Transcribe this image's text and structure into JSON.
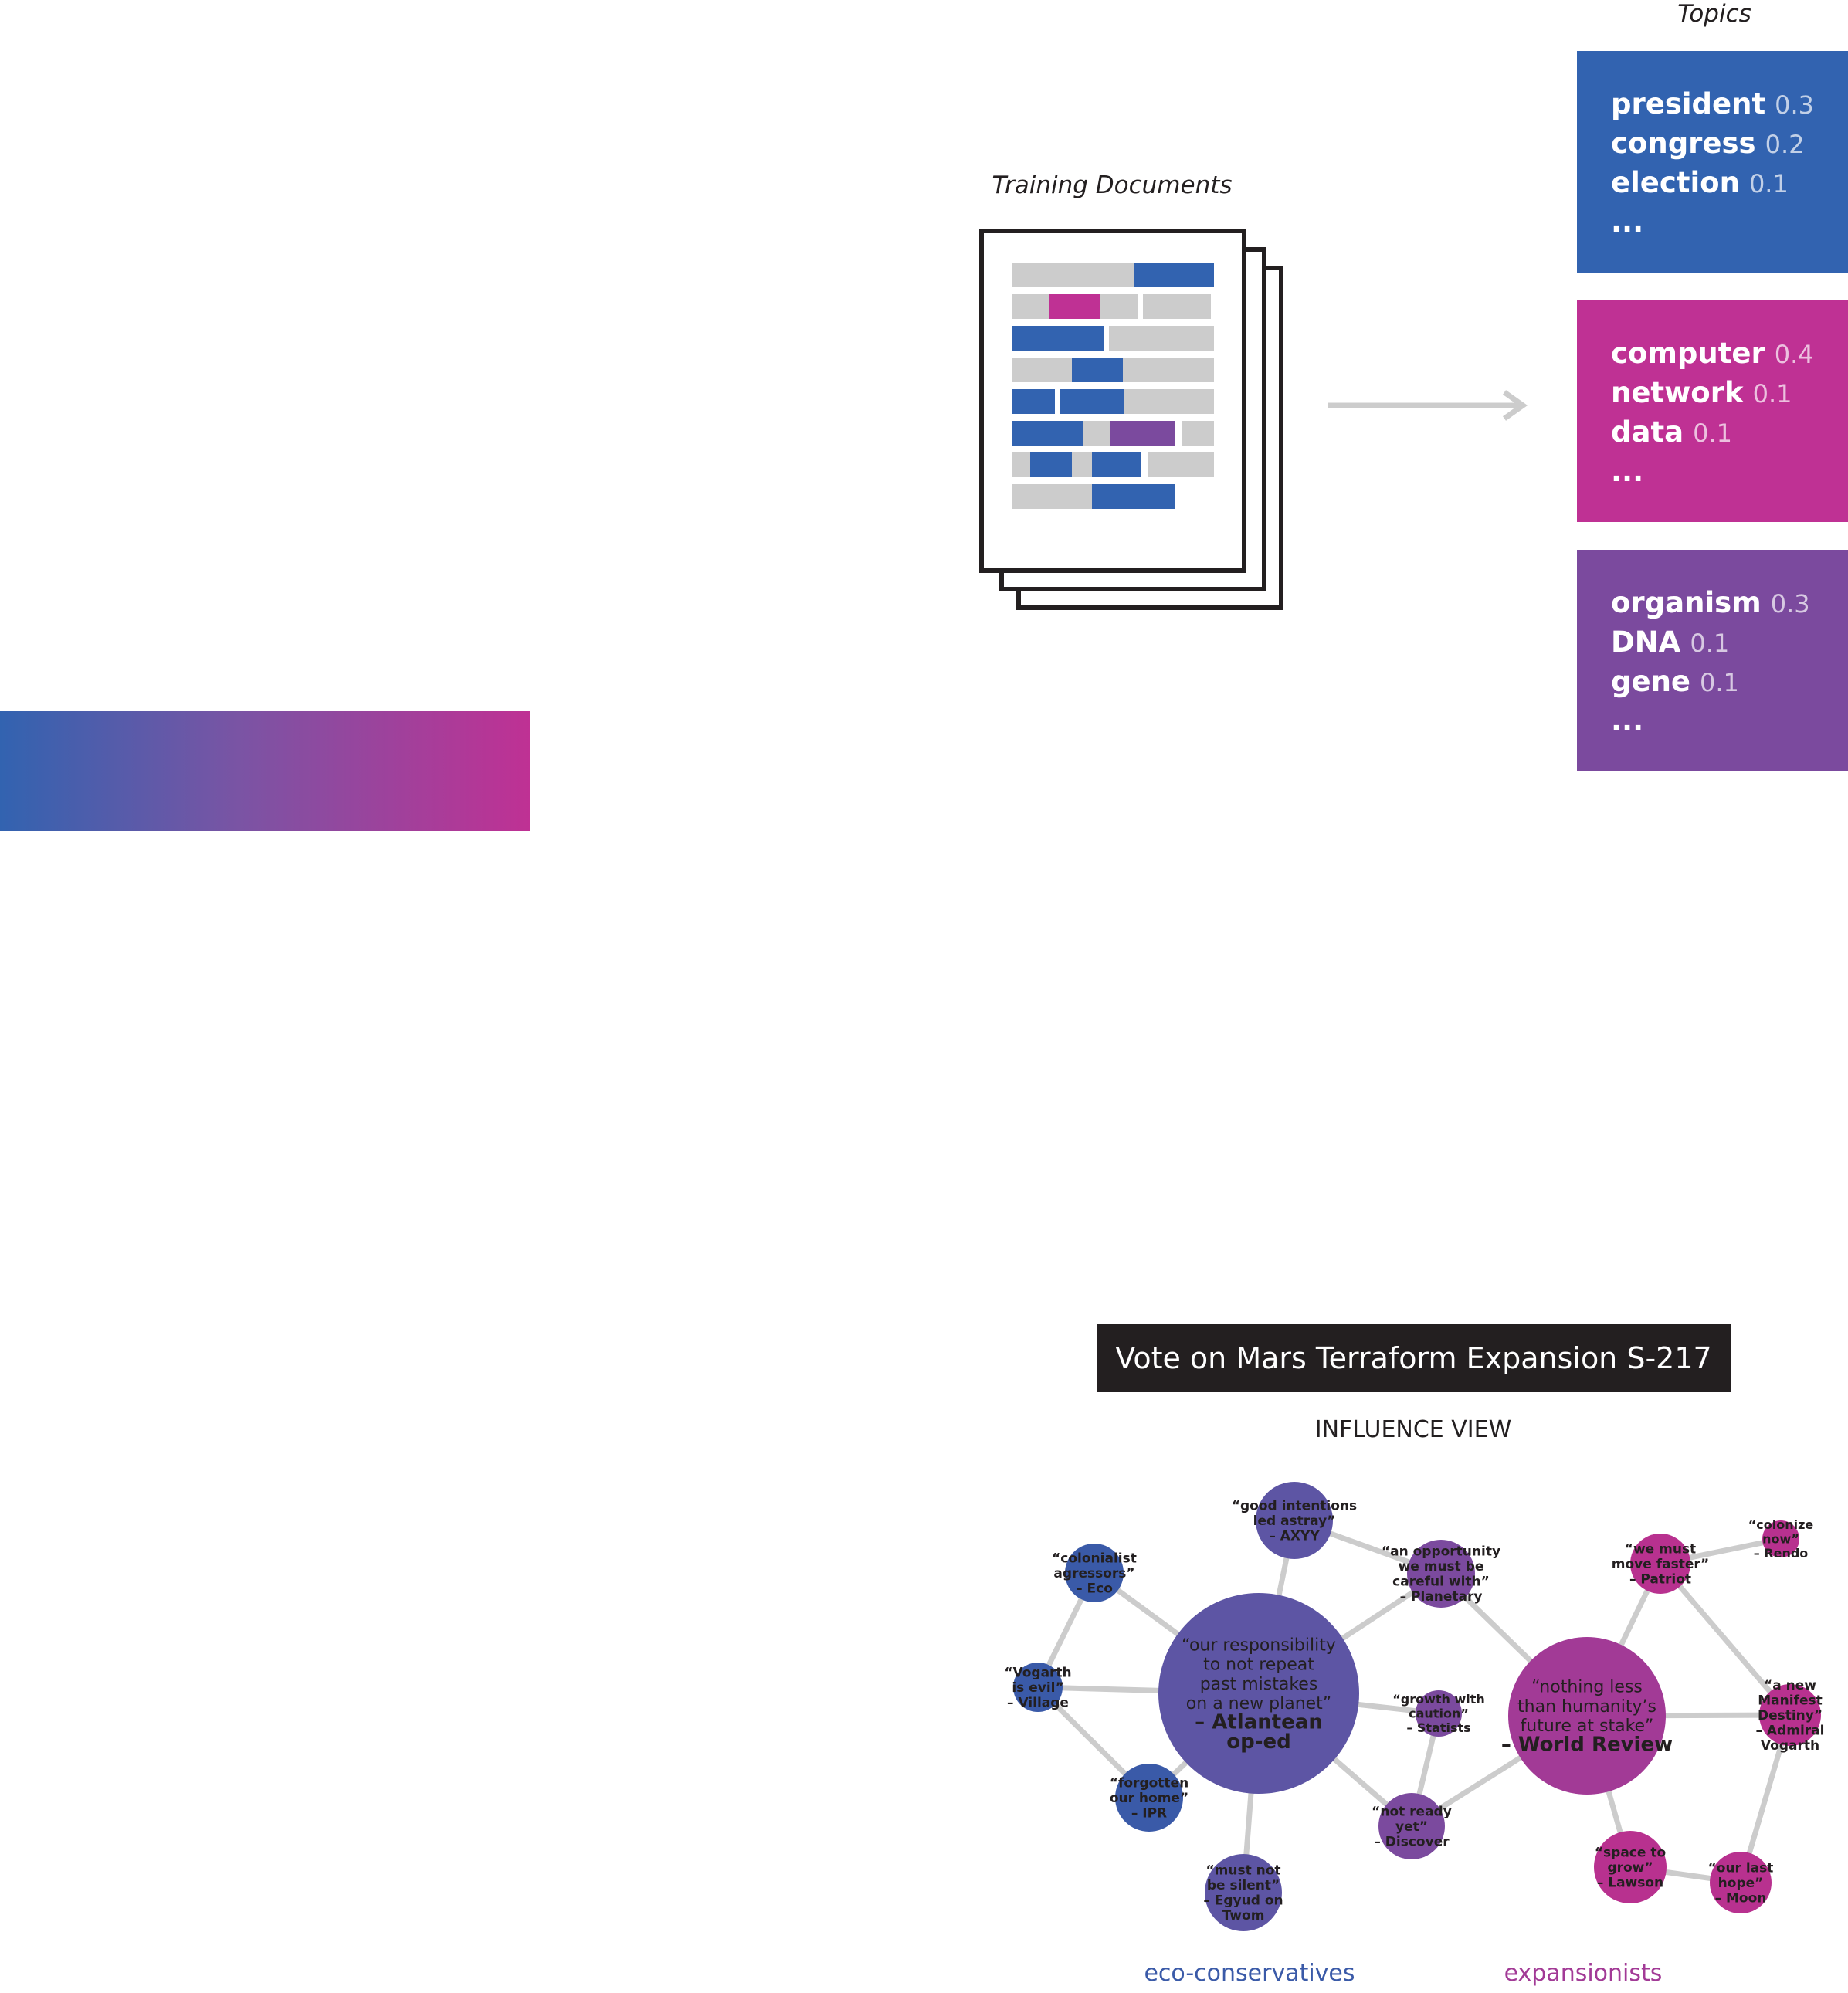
{
  "training_documents": {
    "title": "Training Documents",
    "colors": {
      "gray": "#cccccc",
      "blue": "#3263b0",
      "magenta": "#bf3194",
      "purple": "#7b4a9e"
    }
  },
  "topics": {
    "title": "Topics",
    "boxes": [
      {
        "color": "#3263b0",
        "words": [
          {
            "word": "president",
            "p": "0.3"
          },
          {
            "word": "congress",
            "p": "0.2"
          },
          {
            "word": "election",
            "p": "0.1"
          }
        ],
        "more": "..."
      },
      {
        "color": "#bf3194",
        "words": [
          {
            "word": "computer",
            "p": "0.4"
          },
          {
            "word": "network",
            "p": "0.1"
          },
          {
            "word": "data",
            "p": "0.1"
          }
        ],
        "more": "..."
      },
      {
        "color": "#7b4a9e",
        "words": [
          {
            "word": "organism",
            "p": "0.3"
          },
          {
            "word": "DNA",
            "p": "0.1"
          },
          {
            "word": "gene",
            "p": "0.1"
          }
        ],
        "more": "..."
      }
    ]
  },
  "gradient": {
    "from": "#3263b0",
    "mid": "#7a54a4",
    "to": "#bf3194"
  },
  "vote": {
    "title": "Vote on Mars Terraform Expansion S-217",
    "view": "INFLUENCE VIEW",
    "legend": {
      "left": "eco-conservatives",
      "right": "expansionists"
    },
    "colors": {
      "edge": "#cccccc",
      "eco_blue": "#3a5aa8",
      "eco_violet": "#5d55a4",
      "mid_purple": "#7b4a9e",
      "exp_magenta": "#a23a96",
      "exp_pink": "#b8318f"
    },
    "nodes": [
      {
        "id": "atlantean",
        "quote": [
          "“our responsibility",
          "to not repeat",
          "past mistakes",
          "on a new planet”"
        ],
        "source": [
          "– Atlantean",
          "op-ed"
        ],
        "color": "eco_violet",
        "size": "large"
      },
      {
        "id": "world",
        "quote": [
          "“nothing less",
          "than humanity’s",
          "future at stake”"
        ],
        "source": [
          "– World Review"
        ],
        "color": "exp_magenta",
        "size": "large"
      },
      {
        "id": "eco",
        "quote": [
          "“colonialist",
          "agressors”"
        ],
        "source": [
          "– Eco"
        ],
        "color": "eco_blue",
        "size": "small"
      },
      {
        "id": "village",
        "quote": [
          "“Vogarth",
          "is evil”"
        ],
        "source": [
          "– Village"
        ],
        "color": "eco_blue",
        "size": "small"
      },
      {
        "id": "ipr",
        "quote": [
          "“forgotten",
          "our home”"
        ],
        "source": [
          "– IPR"
        ],
        "color": "eco_blue",
        "size": "small"
      },
      {
        "id": "egyud",
        "quote": [
          "“must not",
          "be silent”"
        ],
        "source": [
          "– Egyud on",
          "Twom"
        ],
        "color": "eco_violet",
        "size": "small"
      },
      {
        "id": "axyy",
        "quote": [
          "“good intentions",
          "led astray”"
        ],
        "source": [
          "– AXYY"
        ],
        "color": "eco_violet",
        "size": "small"
      },
      {
        "id": "planetary",
        "quote": [
          "“an opportunity",
          "we must be",
          "careful with”"
        ],
        "source": [
          "– Planetary"
        ],
        "color": "mid_purple",
        "size": "small"
      },
      {
        "id": "statists",
        "quote": [
          "“growth with",
          "caution”"
        ],
        "source": [
          "– Statists"
        ],
        "color": "mid_purple",
        "size": "tiny"
      },
      {
        "id": "discover",
        "quote": [
          "“not ready",
          "yet”"
        ],
        "source": [
          "– Discover"
        ],
        "color": "mid_purple",
        "size": "small"
      },
      {
        "id": "patriot",
        "quote": [
          "“we must",
          "move faster”"
        ],
        "source": [
          "– Patriot"
        ],
        "color": "exp_pink",
        "size": "small"
      },
      {
        "id": "rendo",
        "quote": [
          "“colonize",
          "now”"
        ],
        "source": [
          "– Rendo"
        ],
        "color": "exp_pink",
        "size": "tiny"
      },
      {
        "id": "admiral",
        "quote": [
          "“a new",
          "Manifest",
          "Destiny”"
        ],
        "source": [
          "– Admiral",
          "Vogarth"
        ],
        "color": "exp_pink",
        "size": "small"
      },
      {
        "id": "lawson",
        "quote": [
          "“space to",
          "grow”"
        ],
        "source": [
          "– Lawson"
        ],
        "color": "exp_pink",
        "size": "small"
      },
      {
        "id": "moon",
        "quote": [
          "“our last",
          "hope”"
        ],
        "source": [
          "– Moon"
        ],
        "color": "exp_pink",
        "size": "small"
      }
    ],
    "edges": [
      [
        "atlantean",
        "eco"
      ],
      [
        "atlantean",
        "village"
      ],
      [
        "atlantean",
        "ipr"
      ],
      [
        "atlantean",
        "egyud"
      ],
      [
        "atlantean",
        "axyy"
      ],
      [
        "atlantean",
        "planetary"
      ],
      [
        "atlantean",
        "statists"
      ],
      [
        "atlantean",
        "discover"
      ],
      [
        "eco",
        "village"
      ],
      [
        "village",
        "ipr"
      ],
      [
        "axyy",
        "planetary"
      ],
      [
        "planetary",
        "world"
      ],
      [
        "statists",
        "discover"
      ],
      [
        "discover",
        "world"
      ],
      [
        "world",
        "patriot"
      ],
      [
        "world",
        "admiral"
      ],
      [
        "world",
        "lawson"
      ],
      [
        "patriot",
        "rendo"
      ],
      [
        "patriot",
        "admiral"
      ],
      [
        "admiral",
        "moon"
      ],
      [
        "lawson",
        "moon"
      ]
    ]
  }
}
